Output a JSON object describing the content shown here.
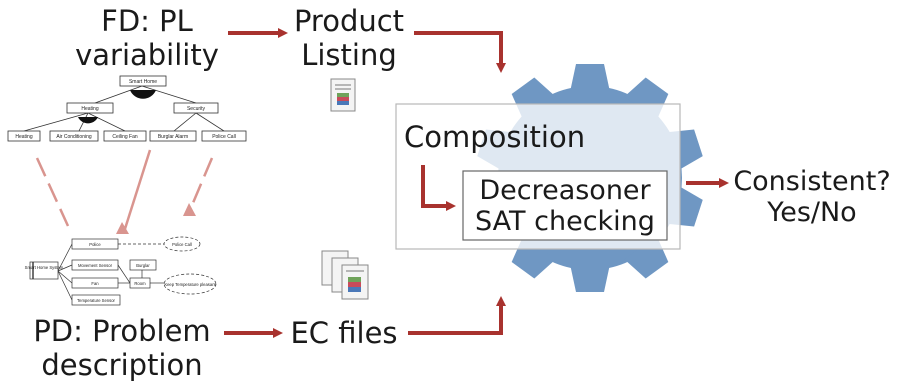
{
  "labels": {
    "fd_line1": "FD: PL",
    "fd_line2": "variability",
    "product_line1": "Product",
    "product_line2": "Listing",
    "composition": "Composition",
    "decreasoner_line1": "Decreasoner",
    "decreasoner_line2": "SAT checking",
    "consistent_line1": "Consistent?",
    "consistent_line2": "Yes/No",
    "pd_line1": "PD: Problem",
    "pd_line2": "description",
    "ec_files": "EC files"
  },
  "feature_diagram": {
    "root": "Smart Home",
    "groups": [
      "Heating",
      "Security"
    ],
    "leaves": [
      "Heating",
      "Air Conditioning",
      "Ceiling Fan",
      "Burglar Alarm",
      "Police Call"
    ]
  },
  "problem_diagram": {
    "machine": "Smart Home System",
    "domains": [
      "Police",
      "Movement Sensor",
      "Fan",
      "Temperature Sensor",
      "Burglar",
      "Room"
    ],
    "requirements": [
      "Police Call",
      "Keep Temperature pleasant"
    ]
  },
  "colors": {
    "arrow": "#a8322e",
    "dashed_arrow": "#d9958f",
    "gear": "#6f97c3",
    "text": "#1a1a1a"
  }
}
